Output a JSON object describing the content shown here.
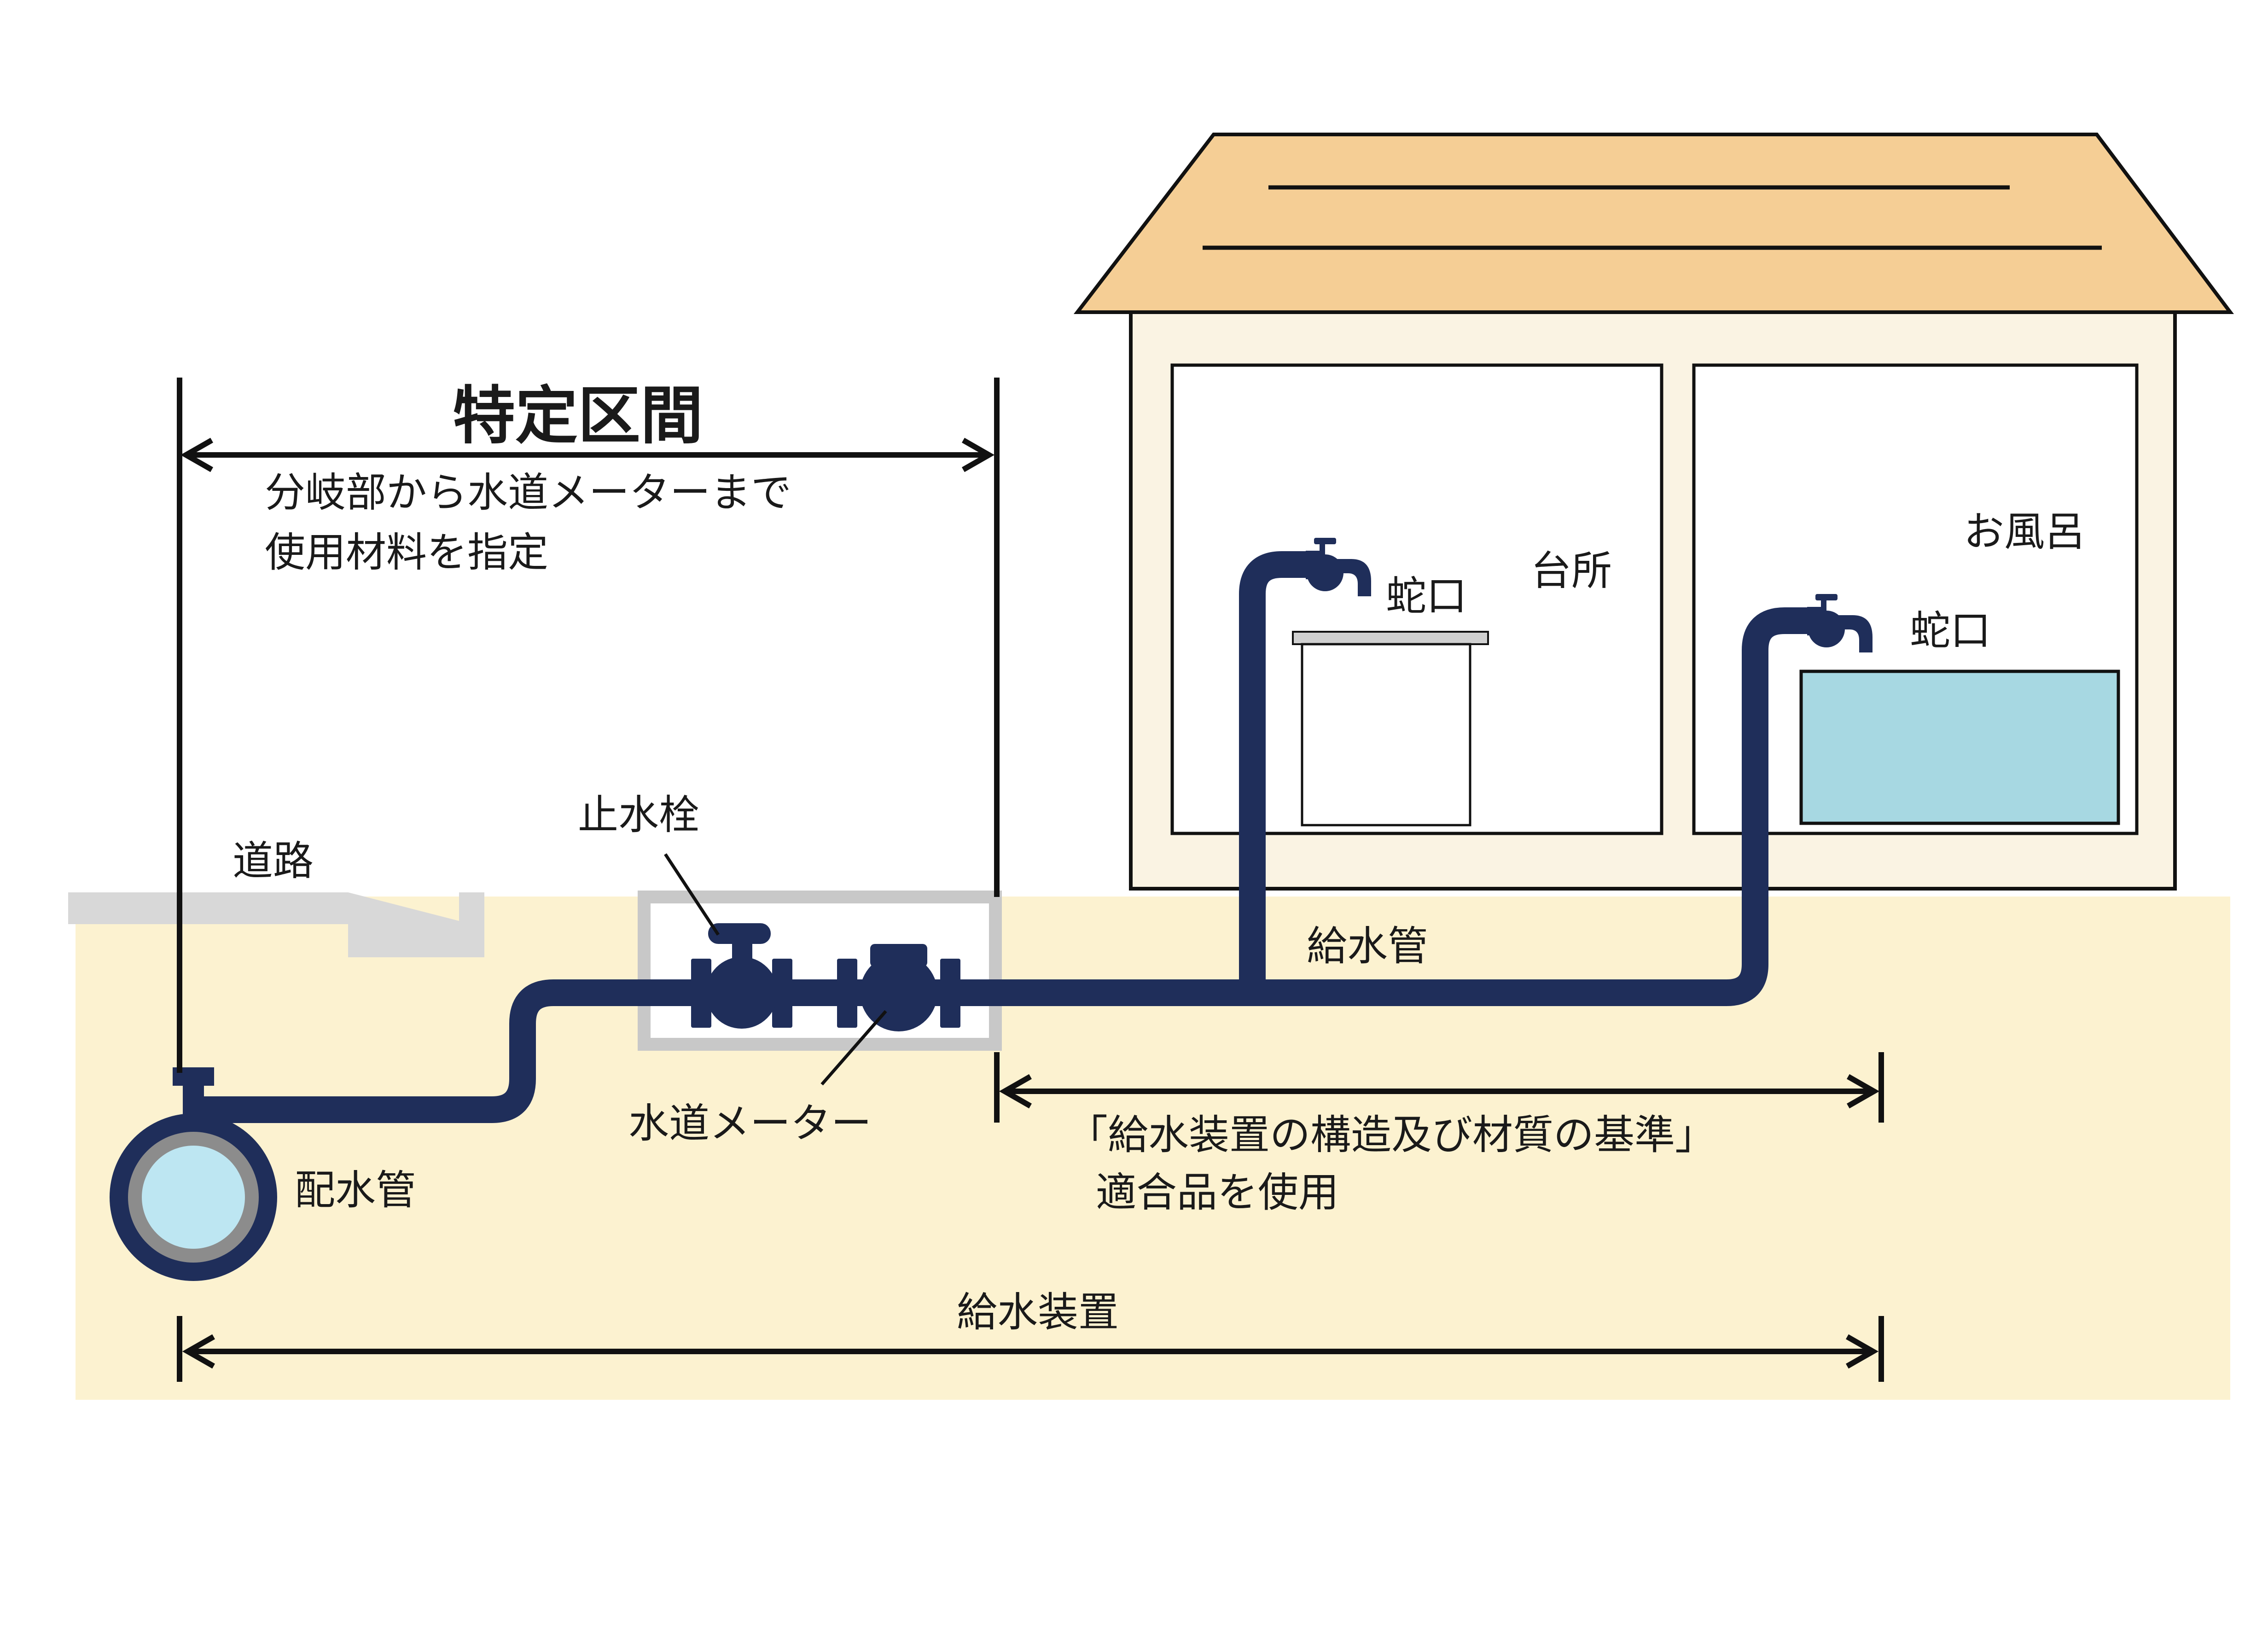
{
  "colors": {
    "ground": "#FCF2D0",
    "road": "#D8D8D8",
    "roof": "#F5CE95",
    "wall": "#FAF3E3",
    "pipe": "#1F2E5A",
    "water": "#A7D8E2",
    "pipe_inner": "#BDE6F2",
    "pipe_ring": "#8C8C8C",
    "title_red": "#D9401C",
    "line": "#111111"
  },
  "labels": {
    "specific_section": "特定区間",
    "specific_desc_1": "分岐部から水道メーターまで",
    "specific_desc_2": "使用材料を指定",
    "road": "道路",
    "stop_valve": "止水栓",
    "water_meter": "水道メーター",
    "distribution_pipe": "配水管",
    "supply_pipe": "給水管",
    "kitchen": "台所",
    "bath": "お風呂",
    "faucet_kitchen": "蛇口",
    "faucet_bath": "蛇口",
    "standard_1": "「給水装置の構造及び材質の基準」",
    "standard_2": "適合品を使用",
    "supply_device": "給水装置"
  }
}
